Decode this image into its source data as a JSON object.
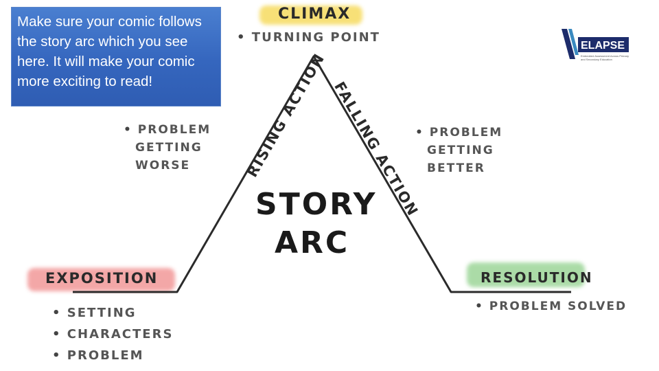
{
  "note": {
    "text": "Make sure your comic follows the story arc which you see here. It will make your comic more exciting to read!"
  },
  "colors": {
    "climax_highlight": "#f5d64a",
    "exposition_highlight": "#f08a8a",
    "resolution_highlight": "#8fd08a",
    "note_bg": "#3566be"
  },
  "center_title": {
    "line1": "STORY",
    "line2": "ARC"
  },
  "climax": {
    "label": "CLIMAX",
    "items": [
      "TURNING POINT"
    ]
  },
  "rising": {
    "label": "RISING ACTION",
    "items": [
      "PROBLEM",
      "GETTING",
      "WORSE"
    ]
  },
  "falling": {
    "label": "FALLING ACTION",
    "items": [
      "PROBLEM",
      "GETTING",
      "BETTER"
    ]
  },
  "exposition": {
    "label": "EXPOSITION",
    "items": [
      "SETTING",
      "CHARACTERS",
      "PROBLEM"
    ]
  },
  "resolution": {
    "label": "RESOLUTION",
    "items": [
      "PROBLEM SOLVED"
    ]
  },
  "logo": {
    "text": "ELAPSE",
    "subtext": "Embedded Assessment Across Primary and Secondary Education"
  }
}
